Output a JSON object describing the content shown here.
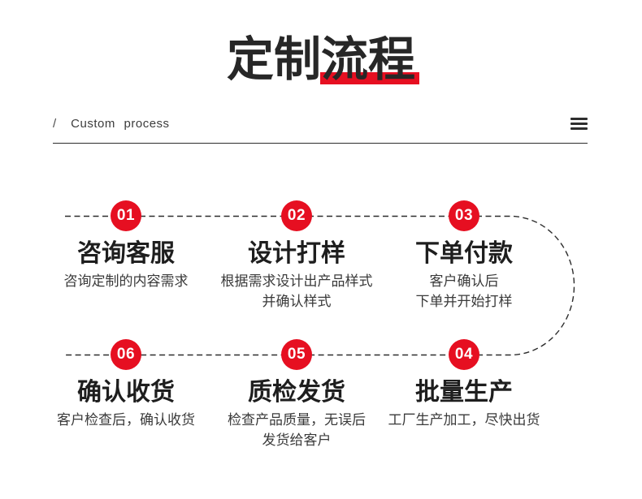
{
  "header": {
    "title_plain": "定制",
    "title_highlight": "流程",
    "slash": "/",
    "subtitle": "Custom process"
  },
  "icons": {
    "menu": "hamburger-menu-icon"
  },
  "colors": {
    "accent_red": "#e60f21",
    "title_text": "#272727",
    "body_text": "#3a3a3a",
    "line_dark": "#2c2c2c"
  },
  "steps": [
    {
      "num": "01",
      "title": "咨询客服",
      "desc_lines": [
        "咨询定制的内容需求"
      ]
    },
    {
      "num": "02",
      "title": "设计打样",
      "desc_lines": [
        "根据需求设计出产品样式",
        "并确认样式"
      ]
    },
    {
      "num": "03",
      "title": "下单付款",
      "desc_lines": [
        "客户确认后",
        "下单并开始打样"
      ]
    },
    {
      "num": "04",
      "title": "批量生产",
      "desc_lines": [
        "工厂生产加工，尽快出货"
      ]
    },
    {
      "num": "05",
      "title": "质检发货",
      "desc_lines": [
        "检查产品质量，无误后",
        "发货给客户"
      ]
    },
    {
      "num": "06",
      "title": "确认收货",
      "desc_lines": [
        "客户检查后，确认收货"
      ]
    }
  ]
}
